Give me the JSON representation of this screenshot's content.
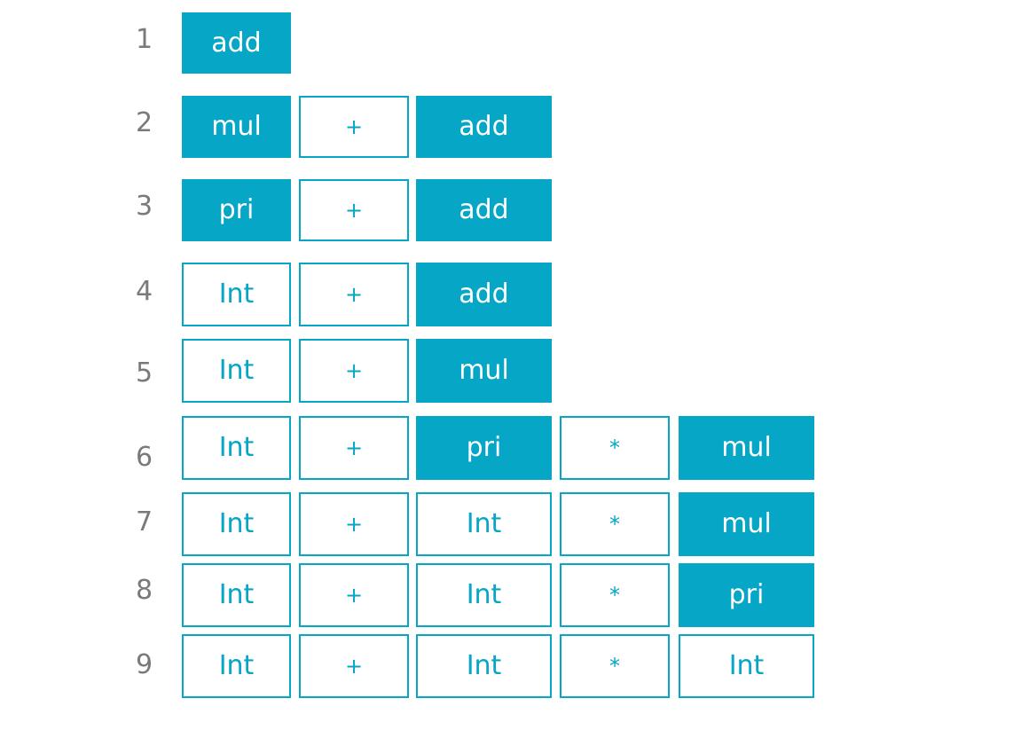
{
  "colors": {
    "accent": "#05a6c6",
    "row_number": "#7a7a7a",
    "background": "#ffffff"
  },
  "rows": [
    {
      "number": "1",
      "cells": [
        {
          "text": "add",
          "filled": true
        }
      ]
    },
    {
      "number": "2",
      "cells": [
        {
          "text": "mul",
          "filled": true
        },
        {
          "text": "+",
          "filled": false
        },
        {
          "text": "add",
          "filled": true
        }
      ]
    },
    {
      "number": "3",
      "cells": [
        {
          "text": "pri",
          "filled": true
        },
        {
          "text": "+",
          "filled": false
        },
        {
          "text": "add",
          "filled": true
        }
      ]
    },
    {
      "number": "4",
      "cells": [
        {
          "text": "Int",
          "filled": false
        },
        {
          "text": "+",
          "filled": false
        },
        {
          "text": "add",
          "filled": true
        }
      ]
    },
    {
      "number": "5",
      "cells": [
        {
          "text": "Int",
          "filled": false
        },
        {
          "text": "+",
          "filled": false
        },
        {
          "text": "mul",
          "filled": true
        }
      ]
    },
    {
      "number": "6",
      "cells": [
        {
          "text": "Int",
          "filled": false
        },
        {
          "text": "+",
          "filled": false
        },
        {
          "text": "pri",
          "filled": true
        },
        {
          "text": "*",
          "filled": false
        },
        {
          "text": "mul",
          "filled": true
        }
      ]
    },
    {
      "number": "7",
      "cells": [
        {
          "text": "Int",
          "filled": false
        },
        {
          "text": "+",
          "filled": false
        },
        {
          "text": "Int",
          "filled": false
        },
        {
          "text": "*",
          "filled": false
        },
        {
          "text": "mul",
          "filled": true
        }
      ]
    },
    {
      "number": "8",
      "cells": [
        {
          "text": "Int",
          "filled": false
        },
        {
          "text": "+",
          "filled": false
        },
        {
          "text": "Int",
          "filled": false
        },
        {
          "text": "*",
          "filled": false
        },
        {
          "text": "pri",
          "filled": true
        }
      ]
    },
    {
      "number": "9",
      "cells": [
        {
          "text": "Int",
          "filled": false
        },
        {
          "text": "+",
          "filled": false
        },
        {
          "text": "Int",
          "filled": false
        },
        {
          "text": "*",
          "filled": false
        },
        {
          "text": "Int",
          "filled": false
        }
      ]
    }
  ]
}
